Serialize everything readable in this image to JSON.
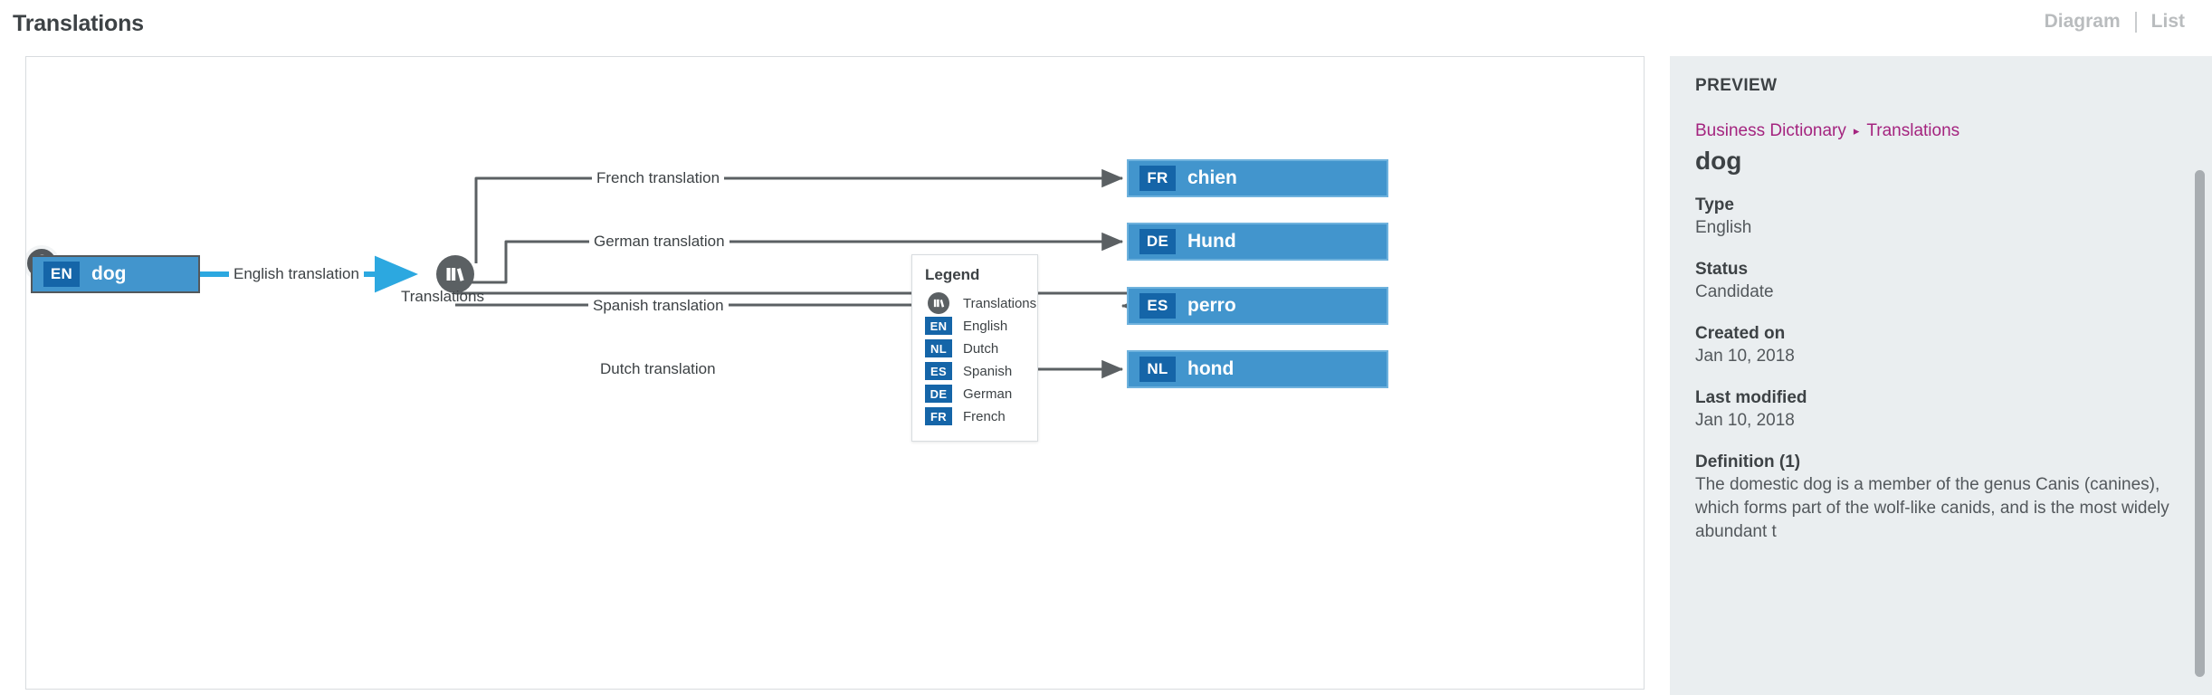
{
  "header": {
    "title": "Translations",
    "views": [
      {
        "label": "Diagram",
        "name": "view-diagram"
      },
      {
        "label": "List",
        "name": "view-list"
      }
    ]
  },
  "diagram": {
    "source_node": {
      "tag": "EN",
      "label": "dog",
      "marker_icon": "location-pin-icon"
    },
    "hub_node": {
      "label": "Translations",
      "icon": "books-icon"
    },
    "root_edge": {
      "label": "English translation",
      "color": "#2ca8e0"
    },
    "edges": [
      {
        "label": "French translation"
      },
      {
        "label": "German translation"
      },
      {
        "label": "Spanish translation"
      },
      {
        "label": "Dutch translation"
      }
    ],
    "target_nodes": [
      {
        "tag": "FR",
        "label": "chien"
      },
      {
        "tag": "DE",
        "label": "Hund"
      },
      {
        "tag": "ES",
        "label": "perro"
      },
      {
        "tag": "NL",
        "label": "hond"
      }
    ],
    "colors": {
      "node_fill": "#4295cd",
      "tag_fill": "#1565a8",
      "source_border": "#53585c",
      "target_border": "#6fb2dd",
      "hub_fill": "#5b6063",
      "edge_stroke": "#5b6063",
      "highlight_edge": "#2ca8e0"
    }
  },
  "legend": {
    "title": "Legend",
    "items": [
      {
        "swatch": "hub",
        "code": "",
        "label": "Translations"
      },
      {
        "swatch": "tag",
        "code": "EN",
        "label": "English"
      },
      {
        "swatch": "tag",
        "code": "NL",
        "label": "Dutch"
      },
      {
        "swatch": "tag",
        "code": "ES",
        "label": "Spanish"
      },
      {
        "swatch": "tag",
        "code": "DE",
        "label": "German"
      },
      {
        "swatch": "tag",
        "code": "FR",
        "label": "French"
      }
    ]
  },
  "preview": {
    "heading": "PREVIEW",
    "breadcrumb": [
      "Business Dictionary",
      "Translations"
    ],
    "breadcrumb_separator": "▸",
    "entity_title": "dog",
    "fields": [
      {
        "label": "Type",
        "value": "English"
      },
      {
        "label": "Status",
        "value": "Candidate"
      },
      {
        "label": "Created on",
        "value": "Jan 10, 2018"
      },
      {
        "label": "Last modified",
        "value": "Jan 10, 2018"
      }
    ],
    "definition": {
      "label": "Definition",
      "count": "(1)",
      "text": "The domestic dog is a member of the genus Canis (canines), which forms part of the wolf-like canids, and is the most widely abundant t"
    },
    "accent_color": "#a4247f",
    "background_color": "#eaeef0"
  }
}
